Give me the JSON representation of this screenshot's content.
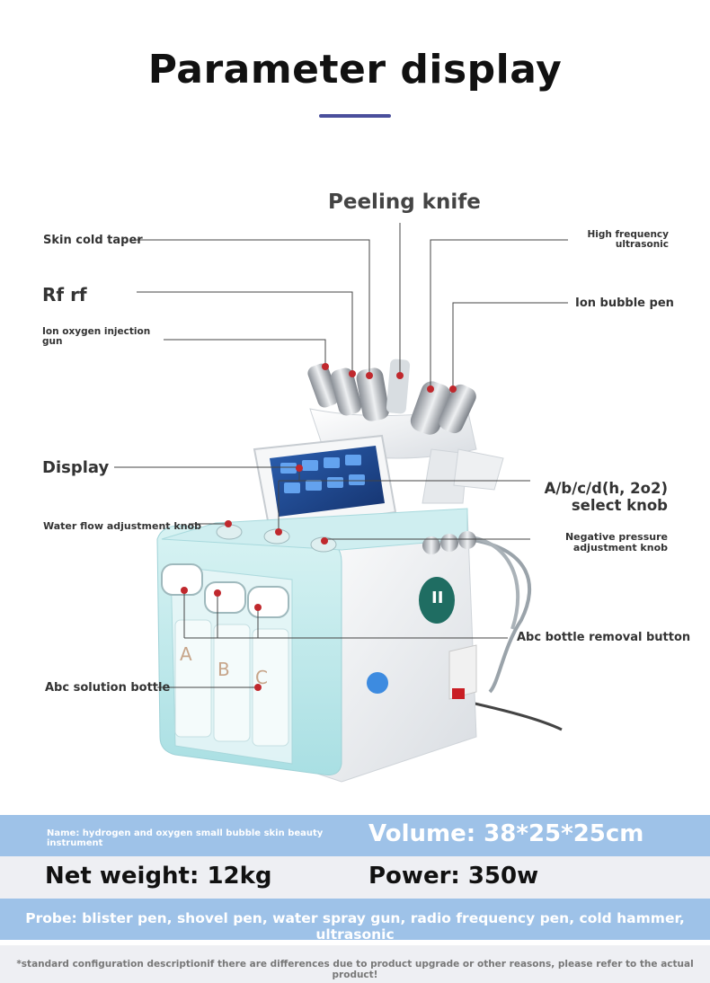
{
  "header": {
    "title": "Parameter display"
  },
  "callouts": {
    "peeling_knife": "Peeling knife",
    "skin_cold_taper": "Skin cold taper",
    "high_frequency_line1": "High frequency",
    "high_frequency_line2": "ultrasonic",
    "rf": "Rf rf",
    "ion_bubble_pen": "Ion bubble pen",
    "ion_oxygen_line1": "Ion oxygen injection",
    "ion_oxygen_line2": "gun",
    "display": "Display",
    "select_knob_line1": "A/b/c/d(h, 2o2)",
    "select_knob_line2": "select knob",
    "water_flow_knob": "Water flow adjustment knob",
    "negative_pressure_line1": "Negative pressure",
    "negative_pressure_line2": "adjustment knob",
    "bottle_removal": "Abc bottle removal button",
    "solution_bottle": "Abc solution bottle"
  },
  "device": {
    "bottle_letters": [
      "A",
      "B",
      "C"
    ],
    "badge": "II"
  },
  "specs": {
    "name": "Name: hydrogen and oxygen small bubble skin beauty instrument",
    "volume": "Volume: 38*25*25cm",
    "net_weight": "Net weight: 12kg",
    "power": "Power: 350w",
    "probe": "Probe: blister pen, shovel pen, water spray gun, radio frequency pen, cold hammer, ultrasonic",
    "footnote": "*standard configuration descriptionif there are differences due to product upgrade or other reasons, please refer to the actual product!"
  },
  "colors": {
    "accent_underline": "#4a4f9c",
    "band_blue": "#9ec2e8",
    "band_light": "#eeeff3",
    "callout_dot": "#c0282d",
    "device_mint": "#bfe8ea"
  }
}
